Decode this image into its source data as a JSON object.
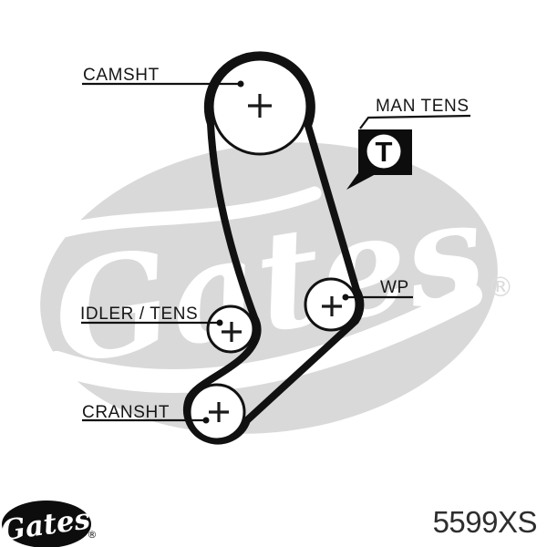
{
  "part_number": "5599XS",
  "diagram": {
    "labels": {
      "camshaft": "CAMSHT",
      "manual_tensioner": "MAN TENS",
      "water_pump": "WP",
      "idler_tensioner": "IDLER / TENS",
      "crankshaft": "CRANSHT"
    },
    "tensioner_icon_letter": "T"
  },
  "watermark": {
    "brand": "Gates",
    "registered_mark": "®"
  },
  "footer_logo": {
    "brand": "Gates",
    "registered_mark": "®"
  },
  "colors": {
    "background": "#ffffff",
    "ink": "#111111",
    "watermark_gray": "#d9d9d9",
    "part_number_text": "#2e2e2e"
  }
}
